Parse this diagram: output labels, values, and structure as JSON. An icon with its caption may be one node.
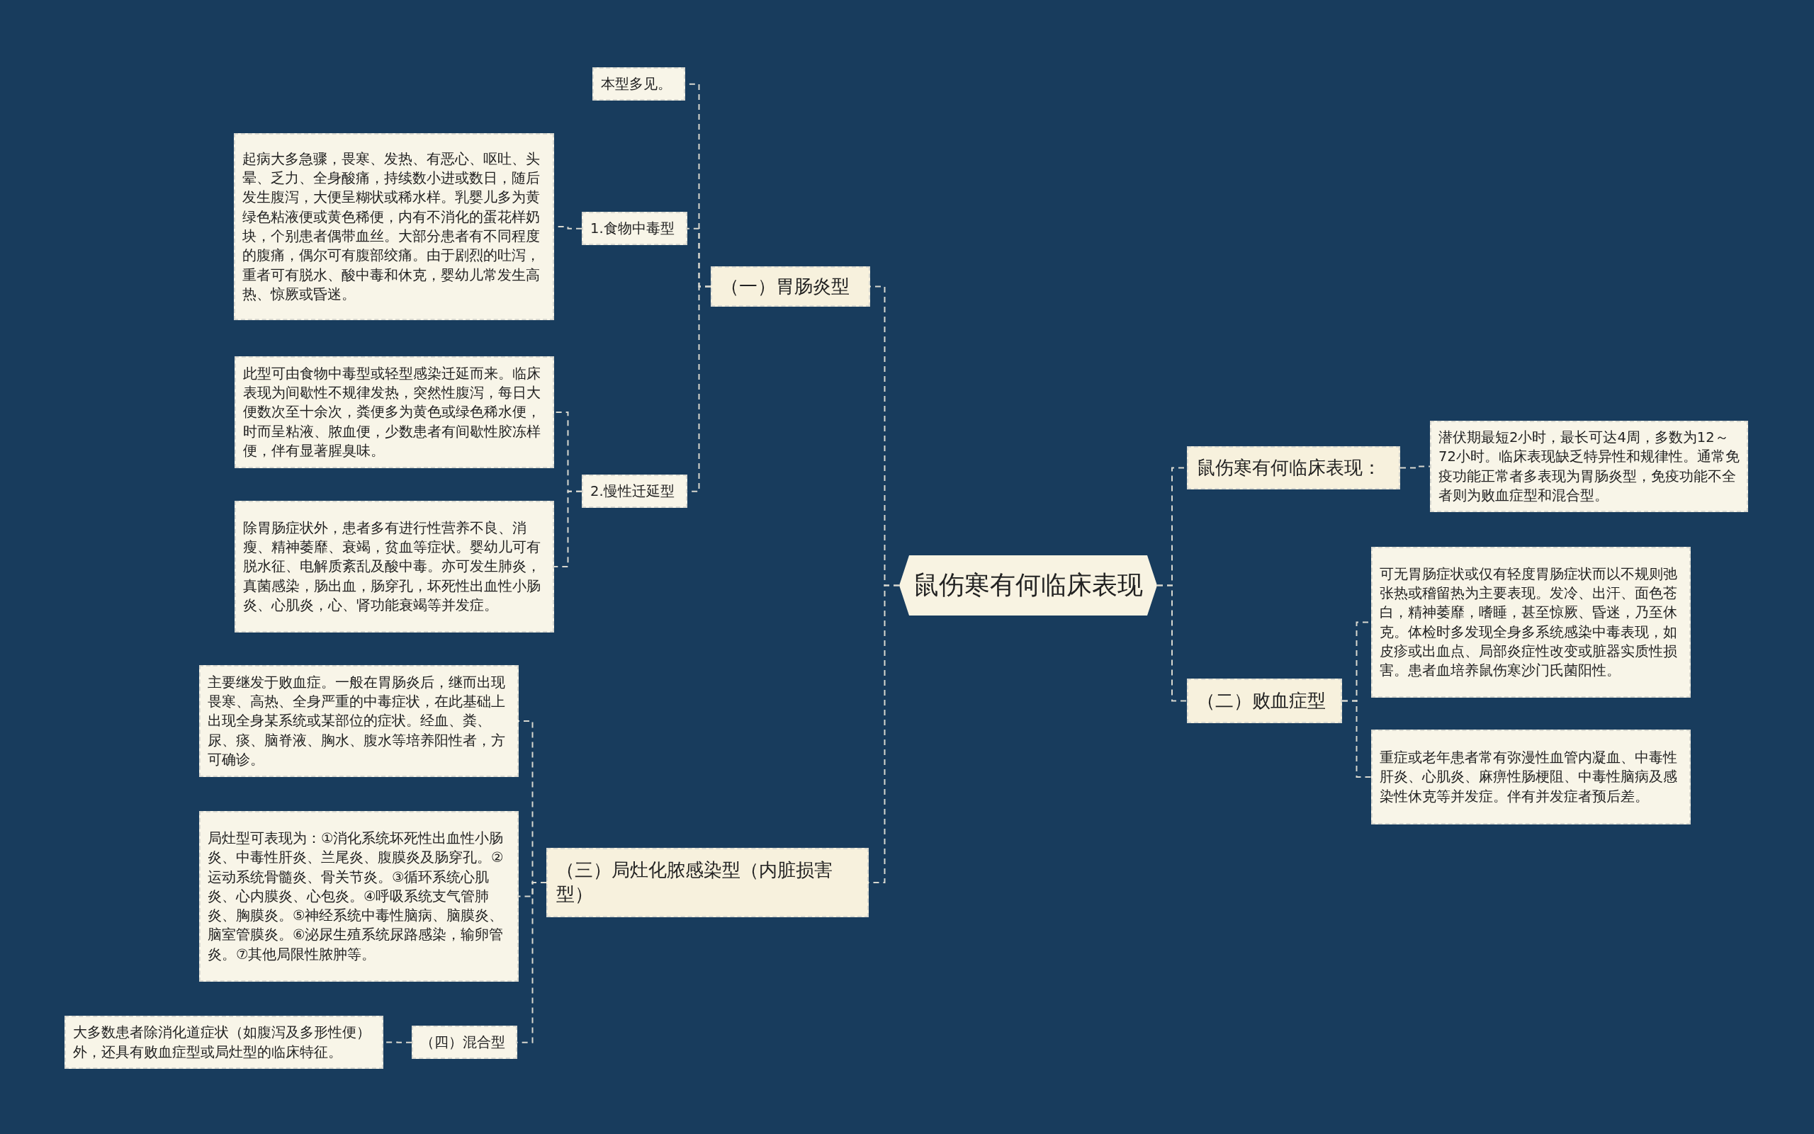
{
  "diagram": {
    "nodes": [
      {
        "text": [
          "鼠伤寒有何临床表现"
        ]
      },
      {
        "text": [
          "（一）胃肠炎型"
        ]
      },
      {
        "text": [
          "本型多见。"
        ]
      },
      {
        "text": [
          "1.食物中毒型"
        ]
      },
      {
        "text": [
          "起病大多急骤，畏寒、发热、有恶心、呕吐、头晕、乏力、全身酸痛，持续数小进或数日，随后发生腹泻，大便呈糊状或稀水样。乳婴儿多为黄绿色粘液便或黄色稀便，内有不消化的蛋花样奶块，个别患者偶带血丝。大部分患者有不同程度的腹痛，偶尔可有腹部绞痛。由于剧烈的吐泻，重者可有脱水、酸中毒和休克，婴幼儿常发生高热、惊厥或昏迷。"
        ]
      },
      {
        "text": [
          "2.慢性迁延型"
        ]
      },
      {
        "text": [
          "此型可由食物中毒型或轻型感染迁延而来。临床表现为间歇性不规律发热，突然性腹泻，每日大便数次至十余次，粪便多为黄色或绿色稀水便，时而呈粘液、脓血便，少数患者有间歇性胶冻样便，伴有显著腥臭味。"
        ]
      },
      {
        "text": [
          "除胃肠症状外，患者多有进行性营养不良、消瘦、精神萎靡、衰竭，贫血等症状。婴幼儿可有脱水征、电解质紊乱及酸中毒。亦可发生肺炎，真菌感染，肠出血，肠穿孔，坏死性出血性小肠炎、心肌炎，心、肾功能衰竭等并发症。"
        ]
      },
      {
        "text": [
          "（三）局灶化脓感染型（内脏损害型）"
        ]
      },
      {
        "text": [
          "主要继发于败血症。一般在胃肠炎后，继而出现畏寒、高热、全身严重的中毒症状，在此基础上出现全身某系统或某部位的症状。经血、粪、尿、痰、脑脊液、胸水、腹水等培养阳性者，方可确诊。"
        ]
      },
      {
        "text": [
          "局灶型可表现为：①消化系统坏死性出血性小肠炎、中毒性肝炎、兰尾炎、腹膜炎及肠穿孔。②运动系统骨髓炎、骨关节炎。③循环系统心肌炎、心内膜炎、心包炎。④呼吸系统支气管肺炎、胸膜炎。⑤神经系统中毒性脑病、脑膜炎、脑室管膜炎。⑥泌尿生殖系统尿路感染，输卵管炎。⑦其他局限性脓肿等。"
        ]
      },
      {
        "text": [
          "（四）混合型"
        ]
      },
      {
        "text": [
          "大多数患者除消化道症状（如腹泻及多形性便）外，还具有败血症型或局灶型的临床特征。"
        ]
      },
      {
        "text": [
          "鼠伤寒有何临床表现："
        ]
      },
      {
        "text": [
          "潜伏期最短2小时，最长可达4周，多数为12～72小时。临床表现缺乏特异性和规律性。通常免疫功能正常者多表现为胃肠炎型，免疫功能不全者则为败血症型和混合型。"
        ]
      },
      {
        "text": [
          "（二）败血症型"
        ]
      },
      {
        "text": [
          "可无胃肠症状或仅有轻度胃肠症状而以不规则弛张热或稽留热为主要表现。发冷、出汗、面色苍白，精神萎靡，嗜睡，甚至惊厥、昏迷，乃至休克。体检时多发现全身多系统感染中毒表现，如皮疹或出血点、局部炎症性改变或脏器实质性损害。患者血培养鼠伤寒沙门氏菌阳性。"
        ]
      },
      {
        "text": [
          "重症或老年患者常有弥漫性血管内凝血、中毒性肝炎、心肌炎、麻痹性肠梗阻、中毒性脑病及感染性休克等并发症。伴有并发症者预后差。"
        ]
      }
    ],
    "edges": [
      {
        "from": 0,
        "to": 1,
        "arrow": "none"
      },
      {
        "from": 0,
        "to": 8,
        "arrow": "none"
      },
      {
        "from": 0,
        "to": 13,
        "arrow": "none"
      },
      {
        "from": 0,
        "to": 15,
        "arrow": "none"
      },
      {
        "from": 1,
        "to": 2,
        "arrow": "none"
      },
      {
        "from": 1,
        "to": 3,
        "arrow": "none"
      },
      {
        "from": 1,
        "to": 5,
        "arrow": "none"
      },
      {
        "from": 3,
        "to": 4,
        "arrow": "none"
      },
      {
        "from": 5,
        "to": 6,
        "arrow": "none"
      },
      {
        "from": 5,
        "to": 7,
        "arrow": "none"
      },
      {
        "from": 8,
        "to": 9,
        "arrow": "none"
      },
      {
        "from": 8,
        "to": 10,
        "arrow": "none"
      },
      {
        "from": 8,
        "to": 11,
        "arrow": "none"
      },
      {
        "from": 11,
        "to": 12,
        "arrow": "none"
      },
      {
        "from": 13,
        "to": 14,
        "arrow": "none"
      },
      {
        "from": 15,
        "to": 16,
        "arrow": "none"
      },
      {
        "from": 15,
        "to": 17,
        "arrow": "none"
      }
    ]
  }
}
